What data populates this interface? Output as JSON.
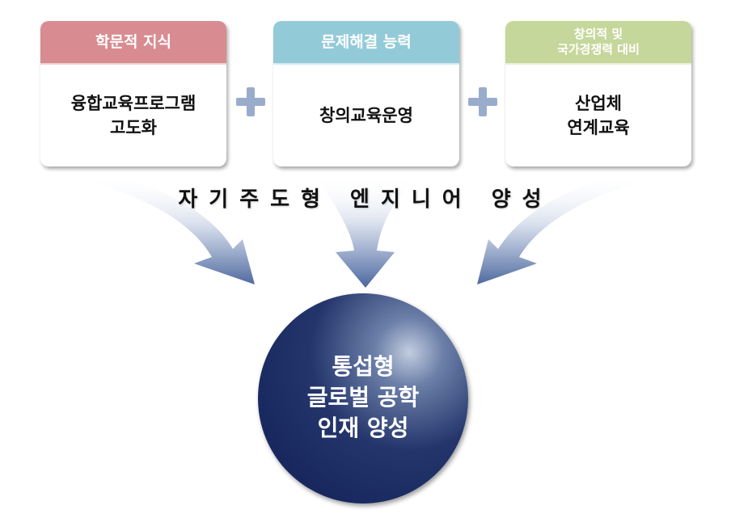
{
  "cards": [
    {
      "header": [
        "학문적 지식"
      ],
      "body": [
        "융합교육프로그램",
        "고도화"
      ],
      "header_color": "#d88b90"
    },
    {
      "header": [
        "문제해결 능력"
      ],
      "body": [
        "창의교육운영"
      ],
      "header_color": "#93cad8"
    },
    {
      "header": [
        "창의적 및",
        "국가경쟁력 대비"
      ],
      "body": [
        "산업체",
        "연계교육"
      ],
      "header_color": "#c5d79b"
    }
  ],
  "banner": "자기주도형 엔지니어 양성",
  "center": {
    "lines": [
      "통섭형",
      "글로벌 공학",
      "인재 양성"
    ],
    "color": "#1a2b63"
  },
  "colors": {
    "plus": "#9aaccc",
    "arrow": "#6e85b4"
  }
}
